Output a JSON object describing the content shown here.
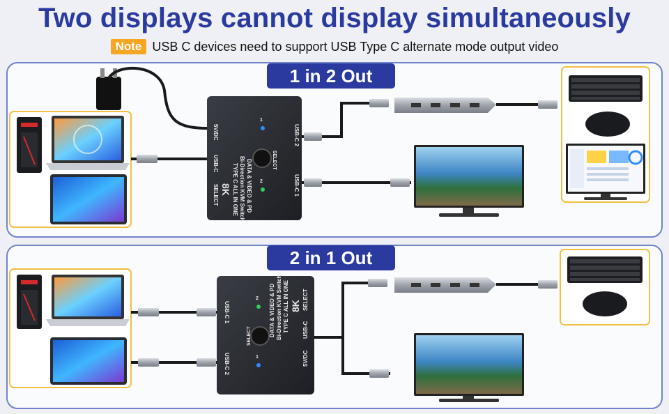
{
  "headline": "Two displays cannot display simultaneously",
  "note": {
    "badge": "Note",
    "text": "USB C devices need to support USB Type C alternate mode output video"
  },
  "sections": [
    {
      "title": "1 in 2 Out"
    },
    {
      "title": "2 in 1 Out"
    }
  ],
  "switch_labels": {
    "power": "5V/DC",
    "usb_c": "USB-C",
    "usb_c1": "USB-C 1",
    "usb_c2": "USB-C 2",
    "select": "SELECT",
    "resolution": "8K",
    "line1": "TYPE C ALL IN ONE",
    "line2": "Bi-Direction KVM Switch",
    "line3": "DATA & VIDEO & PD",
    "led1": "1",
    "led2": "2"
  },
  "colors": {
    "title": "#2a3a9e",
    "note_badge": "#f5a623",
    "panel_border": "#6f83c9",
    "device_frame": "#f0c040",
    "switch_body": "#2c2f35",
    "led": "#2f8cff",
    "led_green": "#30d060"
  }
}
